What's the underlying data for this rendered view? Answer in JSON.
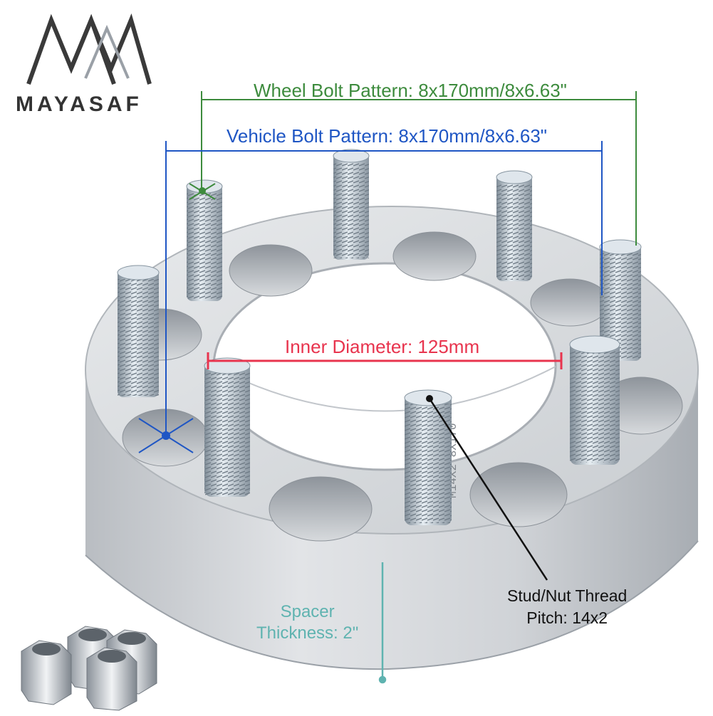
{
  "brand": {
    "name": "MAYASAF"
  },
  "colors": {
    "wheel": "#3d8b3d",
    "vehicle": "#1f56c4",
    "inner": "#e8344e",
    "spacer": "#5fb3b0",
    "thread": "#111111",
    "metal": "#c6cacf",
    "metal_dark": "#9aa0a7"
  },
  "annotations": {
    "wheel_bolt_pattern": "Wheel Bolt Pattern: 8x170mm/8x6.63\"",
    "vehicle_bolt_pattern": "Vehicle Bolt Pattern: 8x170mm/8x6.63\"",
    "inner_diameter": "Inner Diameter: 125mm",
    "thread_line1": "Stud/Nut Thread",
    "thread_line2": "Pitch: 14x2",
    "spacer_line1": "Spacer",
    "spacer_line2": "Thickness: 2\""
  },
  "engraving": "M14X2 8X170"
}
